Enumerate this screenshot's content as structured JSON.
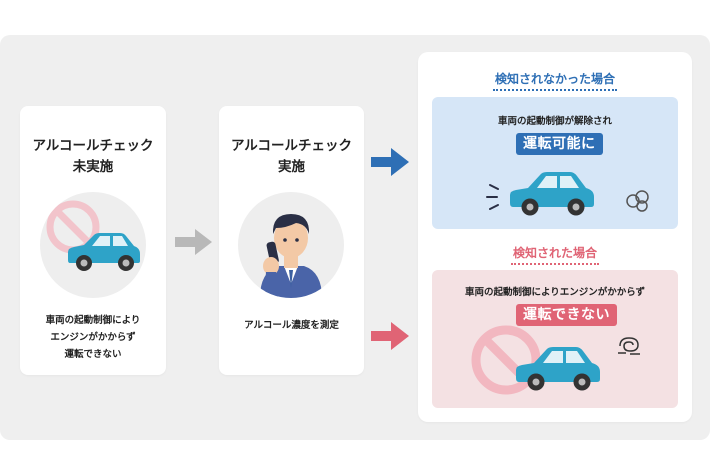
{
  "colors": {
    "blue_accent": "#2e6fb5",
    "red_accent": "#e06475",
    "car_body": "#2ea3c8",
    "gray_arrow": "#b8b8b8"
  },
  "card1": {
    "title_line1": "アルコールチェック",
    "title_line2": "未実施",
    "caption_line1": "車両の起動制御により",
    "caption_line2": "エンジンがかからず",
    "caption_line3": "運転できない",
    "icons": [
      "prohibited-icon",
      "car-icon"
    ]
  },
  "card2": {
    "title_line1": "アルコールチェック",
    "title_line2": "実施",
    "caption": "アルコール濃度を測定",
    "icons": [
      "person-with-breathalyzer-icon"
    ]
  },
  "arrows": [
    "arrow-right-gray",
    "arrow-right-blue",
    "arrow-right-red"
  ],
  "result": {
    "ok": {
      "heading": "検知されなかった場合",
      "text": "車両の起動制御が解除され",
      "badge": "運転可能に",
      "icons": [
        "car-icon",
        "exhaust-icon"
      ]
    },
    "ng": {
      "heading": "検知された場合",
      "text": "車両の起動制御によりエンジンがかからず",
      "badge": "運転できない",
      "icons": [
        "prohibited-icon",
        "car-icon",
        "smoke-icon"
      ]
    }
  }
}
